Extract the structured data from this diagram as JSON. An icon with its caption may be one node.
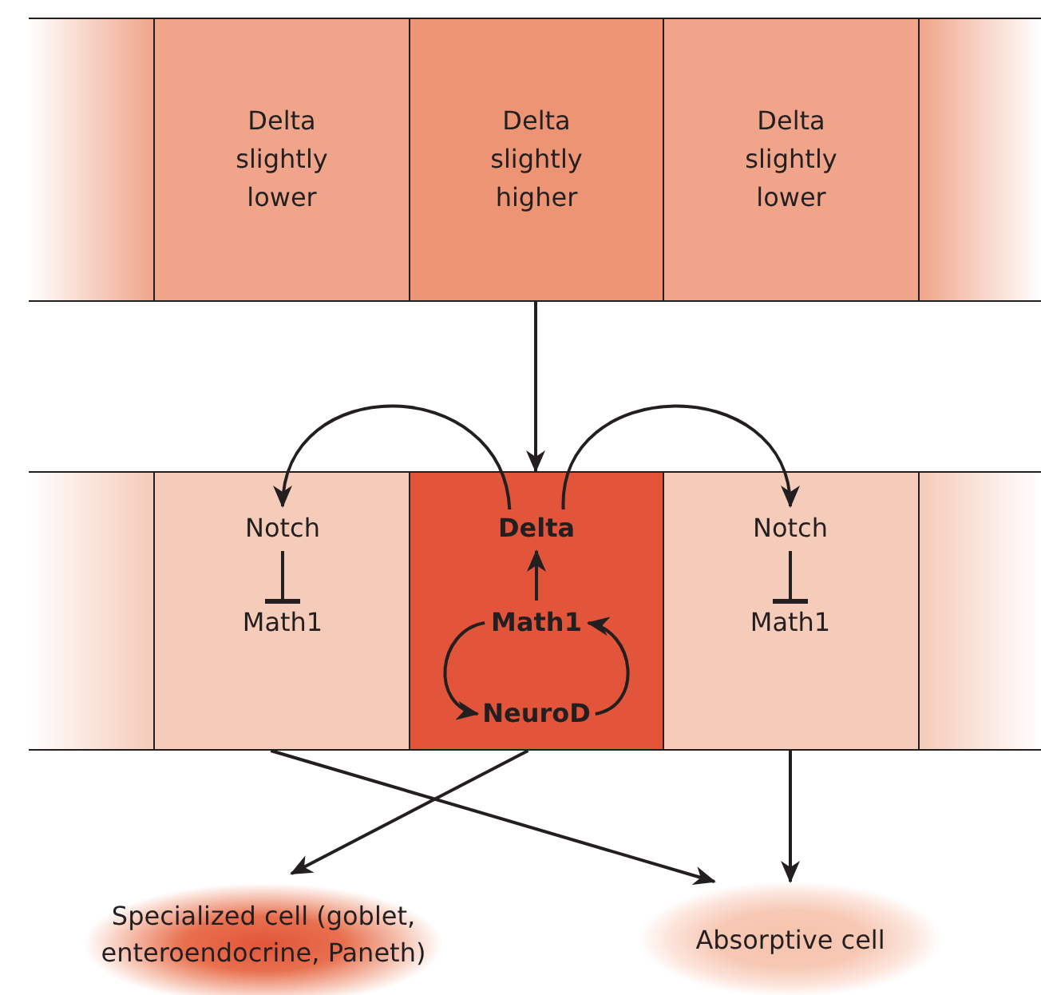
{
  "diagram": {
    "nodes": [
      {
        "text": [],
        "shape": "box"
      },
      {
        "text": [
          "Delta slightly lower"
        ]
      },
      {
        "text": [
          "Delta slightly higher"
        ]
      },
      {
        "text": [
          "Delta slightly lower"
        ]
      },
      {
        "text": [],
        "shape": "box"
      },
      {
        "text": [],
        "shape": "box"
      },
      {
        "text": [],
        "shape": "box"
      },
      {
        "text": [],
        "shape": "box"
      },
      {
        "text": [],
        "shape": "box"
      },
      {
        "text": [],
        "shape": "box"
      },
      {
        "text": [
          "Notch"
        ],
        "in": 6
      },
      {
        "text": [
          "Math1"
        ],
        "in": 6
      },
      {
        "text": [
          "Delta"
        ],
        "in": 7
      },
      {
        "text": [
          "Math1"
        ],
        "in": 7
      },
      {
        "text": [
          "NeuroD"
        ],
        "in": 7
      },
      {
        "text": [
          "Notch"
        ],
        "in": 8
      },
      {
        "text": [
          "Math1"
        ],
        "in": 8
      },
      {
        "text": [
          "Specialized cell (goblet, enteroendocrine, Paneth)"
        ]
      },
      {
        "text": [
          "Absorptive cell"
        ]
      }
    ],
    "edges": [
      {
        "from": 2,
        "to": 7,
        "arrow": "to"
      },
      {
        "from": 12,
        "to": 10,
        "arrow": "to"
      },
      {
        "from": 12,
        "to": 15,
        "arrow": "to"
      },
      {
        "from": 10,
        "to": 11,
        "arrow": "other"
      },
      {
        "from": 15,
        "to": 16,
        "arrow": "other"
      },
      {
        "from": 13,
        "to": 12,
        "arrow": "to"
      },
      {
        "from": 13,
        "to": 14,
        "arrow": "to"
      },
      {
        "from": 14,
        "to": 13,
        "arrow": "to"
      },
      {
        "from": 6,
        "to": 18,
        "arrow": "to"
      },
      {
        "from": 7,
        "to": 17,
        "arrow": "to"
      },
      {
        "from": 8,
        "to": 18,
        "arrow": "to"
      }
    ]
  }
}
